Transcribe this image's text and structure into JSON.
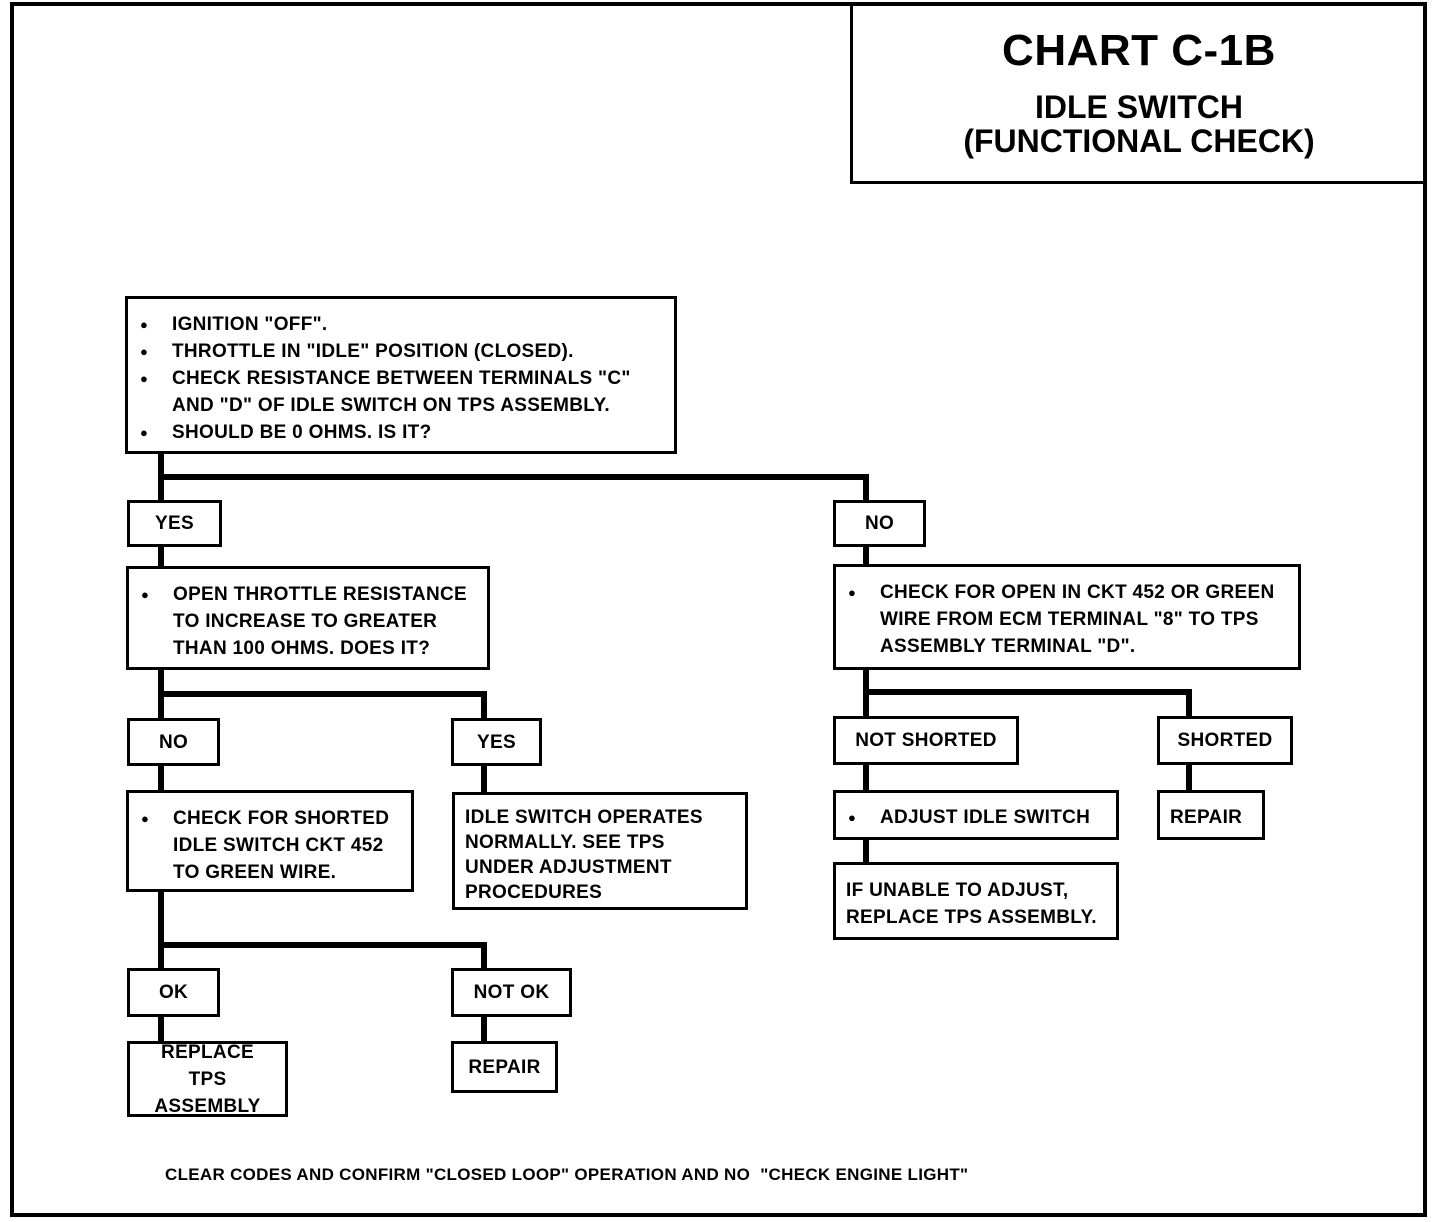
{
  "header": {
    "title": "CHART C-1B",
    "subtitle_line1": "IDLE SWITCH",
    "subtitle_line2": "(FUNCTIONAL CHECK)"
  },
  "start": {
    "items": [
      "IGNITION \"OFF\".",
      "THROTTLE IN \"IDLE\" POSITION (CLOSED).",
      "CHECK RESISTANCE BETWEEN TERMINALS \"C\" AND \"D\" OF IDLE SWITCH ON TPS ASSEMBLY.",
      "SHOULD BE 0 OHMS. IS IT?"
    ]
  },
  "branch_yes": {
    "label": "YES",
    "step": "OPEN THROTTLE RESISTANCE TO INCREASE TO GREATER THAN 100 OHMS. DOES IT?",
    "no_label": "NO",
    "no_step": "CHECK FOR SHORTED IDLE SWITCH CKT 452 TO GREEN WIRE.",
    "ok_label": "OK",
    "ok_result": "REPLACE TPS ASSEMBLY",
    "not_ok_label": "NOT OK",
    "not_ok_result": "REPAIR",
    "yes_label": "YES",
    "yes_result": "IDLE SWITCH OPERATES NORMALLY. SEE TPS UNDER ADJUSTMENT PROCEDURES"
  },
  "branch_no": {
    "label": "NO",
    "step": "CHECK FOR OPEN IN CKT 452 OR GREEN WIRE FROM ECM TERMINAL \"8\" TO TPS ASSEMBLY TERMINAL \"D\".",
    "not_shorted_label": "NOT SHORTED",
    "not_shorted_step": "ADJUST IDLE SWITCH",
    "not_shorted_result": "IF UNABLE TO ADJUST, REPLACE TPS ASSEMBLY.",
    "shorted_label": "SHORTED",
    "shorted_result": "REPAIR"
  },
  "footer": "CLEAR CODES AND CONFIRM \"CLOSED LOOP\" OPERATION AND NO  \"CHECK ENGINE LIGHT\""
}
